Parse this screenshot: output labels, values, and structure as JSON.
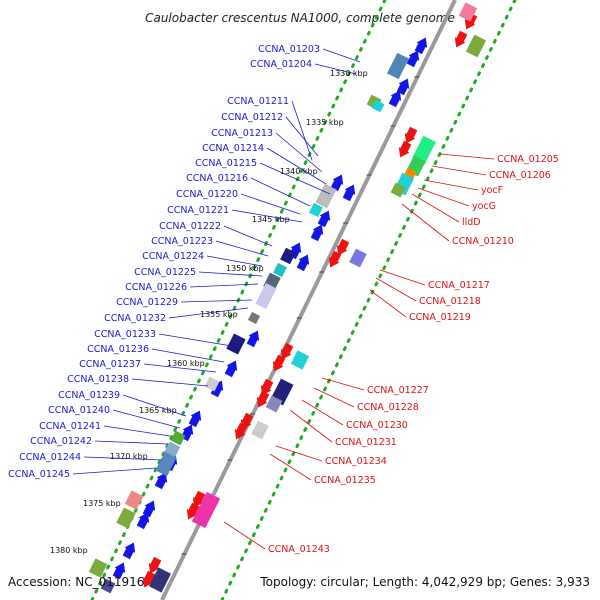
{
  "title": "Caulobacter crescentus NA1000, complete genome",
  "footer": {
    "accession": "Accession: NC_011916",
    "topology": "Topology: circular; Length: 4,042,929 bp; Genes: 3,933"
  },
  "colors": {
    "forward_label": "#1a1acc",
    "reverse_label": "#dd1111",
    "backbone": "#9a9a9a",
    "dots": "#22aa22"
  },
  "kbp_ticks": [
    {
      "label": "1330 kbp",
      "kb": 1330
    },
    {
      "label": "1335 kbp",
      "kb": 1335
    },
    {
      "label": "1340 kbp",
      "kb": 1340
    },
    {
      "label": "1345 kbp",
      "kb": 1345
    },
    {
      "label": "1350 kbp",
      "kb": 1350
    },
    {
      "label": "1355 kbp",
      "kb": 1355
    },
    {
      "label": "1360 kbp",
      "kb": 1360
    },
    {
      "label": "1365 kbp",
      "kb": 1365
    },
    {
      "label": "1370 kbp",
      "kb": 1370
    },
    {
      "label": "1375 kbp",
      "kb": 1375
    },
    {
      "label": "1380 kbp",
      "kb": 1380
    }
  ],
  "forward_genes": [
    "CCNA_01203",
    "CCNA_01204",
    "CCNA_01211",
    "CCNA_01212",
    "CCNA_01213",
    "CCNA_01214",
    "CCNA_01215",
    "CCNA_01216",
    "CCNA_01220",
    "CCNA_01221",
    "CCNA_01222",
    "CCNA_01223",
    "CCNA_01224",
    "CCNA_01225",
    "CCNA_01226",
    "CCNA_01229",
    "CCNA_01232",
    "CCNA_01233",
    "CCNA_01236",
    "CCNA_01237",
    "CCNA_01238",
    "CCNA_01239",
    "CCNA_01240",
    "CCNA_01241",
    "CCNA_01242",
    "CCNA_01244",
    "CCNA_01245"
  ],
  "reverse_genes": [
    "CCNA_01205",
    "CCNA_01206",
    "yocF",
    "yocG",
    "lldD",
    "CCNA_01210",
    "CCNA_01217",
    "CCNA_01218",
    "CCNA_01219",
    "CCNA_01227",
    "CCNA_01228",
    "CCNA_01230",
    "CCNA_01231",
    "CCNA_01234",
    "CCNA_01235",
    "CCNA_01243"
  ]
}
